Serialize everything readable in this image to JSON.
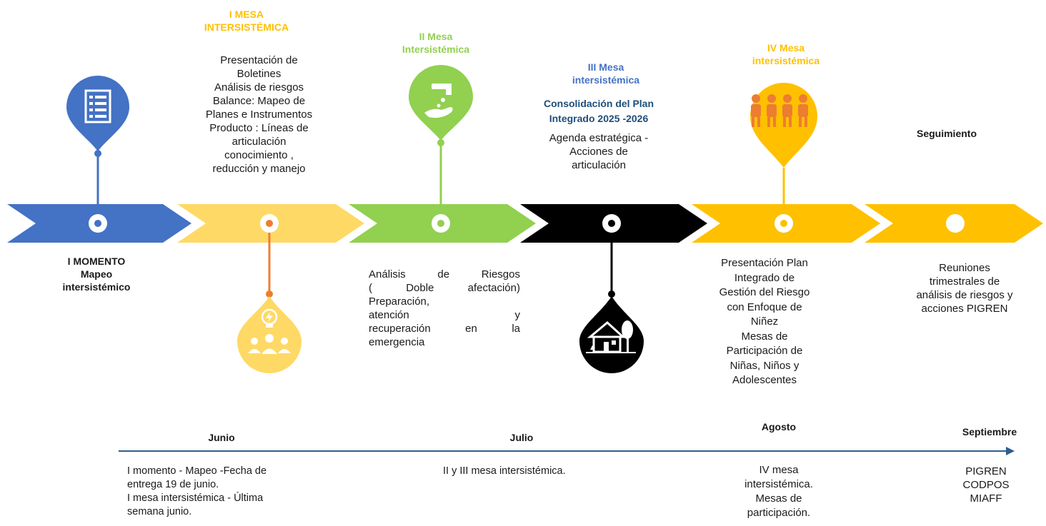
{
  "colors": {
    "blue": "#4472C4",
    "light_yellow": "#FFD966",
    "green": "#92D050",
    "black": "#000000",
    "gold": "#FFC000",
    "orange": "#ED7D31",
    "navy_text": "#1F4E79",
    "axis": "#2E5E8E"
  },
  "stages": [
    {
      "title": [
        "I MOMENTO",
        "Mapeo",
        "intersistémico"
      ],
      "icon": "document-list-icon"
    },
    {
      "title": [
        "I MESA",
        "INTERSISTÉMICA"
      ],
      "details": [
        "Presentación de",
        "Boletines",
        "Análisis de riesgos",
        "Balance: Mapeo de",
        "Planes e Instrumentos",
        "Producto : Líneas de",
        "articulación",
        "conocimiento ,",
        "reducción y manejo"
      ],
      "icon": "lightbulb-team-icon"
    },
    {
      "title": [
        "II Mesa",
        "Intersistémica"
      ],
      "details": [
        "Análisis de Riesgos",
        "( Doble afectación)",
        "Preparación,",
        "atención y",
        "recuperación en la",
        "emergencia"
      ],
      "icon": "handwashing-icon"
    },
    {
      "title": [
        "III Mesa",
        "intersistémica"
      ],
      "subtitle": [
        "Consolidación del Plan",
        "Integrado 2025 -2026"
      ],
      "details": [
        "Agenda estratégica -",
        "Acciones de",
        "articulación"
      ],
      "icon": "house-tree-icon"
    },
    {
      "title": [
        "IV Mesa",
        "intersistémica"
      ],
      "details": [
        "Presentación Plan",
        "Integrado de",
        "Gestión del Riesgo",
        "con Enfoque de",
        "Niñez",
        "Mesas de",
        "Participación de",
        "Niñas, Niños y",
        "Adolescentes"
      ],
      "icon": "children-group-icon"
    },
    {
      "title": [
        "Seguimiento"
      ],
      "details": [
        "Reuniones",
        "trimestrales de",
        "análisis de riesgos y",
        "acciones PIGREN"
      ]
    }
  ],
  "months": [
    {
      "label": "Junio",
      "notes": [
        "I momento - Mapeo -Fecha de",
        "entrega 19 de junio.",
        "I mesa intersistémica - Última",
        "semana junio."
      ]
    },
    {
      "label": "Julio",
      "notes": [
        "II y III mesa intersistémica."
      ]
    },
    {
      "label": "Agosto",
      "notes": [
        "IV mesa",
        "intersistémica.",
        "Mesas de",
        "participación."
      ]
    },
    {
      "label": "Septiembre",
      "notes": [
        "PIGREN",
        "CODPOS",
        "MIAFF"
      ]
    }
  ]
}
